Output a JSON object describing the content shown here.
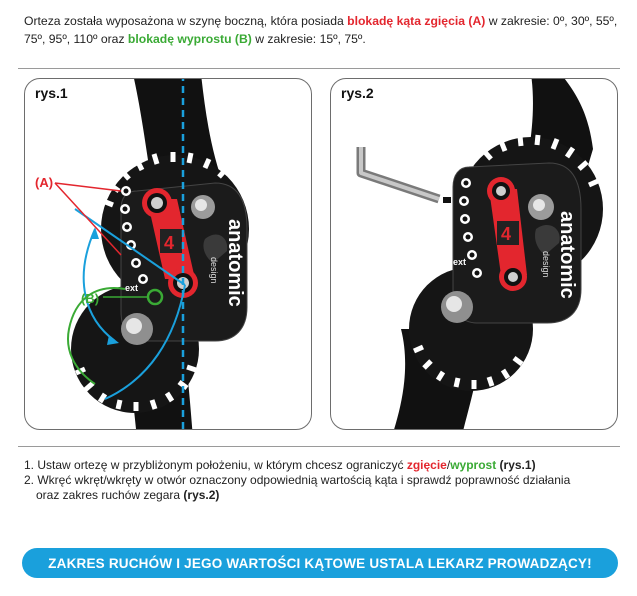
{
  "intro": {
    "part1": "Orteza została wyposażona w szynę boczną, która posiada ",
    "flex_lock": "blokadę kąta zgięcia (A)",
    "part2": " w zakresie: 0º, 30º, 55º, 75º, 95º, 110º oraz ",
    "ext_lock": "blokadę wyprostu (B)",
    "part3": " w zakresie: 15º, 75º."
  },
  "figures": {
    "fig1": {
      "label": "rys.1",
      "callout_a": "(A)",
      "callout_b": "(B)",
      "brand": "anatomic",
      "sub_brand": "design",
      "ext_mark": "ext",
      "number": "4"
    },
    "fig2": {
      "label": "rys.2",
      "brand": "anatomic",
      "sub_brand": "design",
      "ext_mark": "ext",
      "number": "4"
    }
  },
  "instructions": {
    "step1_a": "1. Ustaw ortezę w przybliżonym położeniu, w którym chcesz ograniczyć ",
    "step1_flex": "zgięcie",
    "step1_slash": "/",
    "step1_ext": "wyprost",
    "step1_ref": "(rys.1)",
    "step2_a": "2. Wkręć wkręt/wkręty w otwór oznaczony odpowiednią wartością kąta i sprawdź poprawność działania",
    "step2_b": "oraz zakres ruchów zegara ",
    "step2_ref": "(rys.2)"
  },
  "banner": {
    "text": "ZAKRES RUCHÓW I JEGO WARTOŚCI KĄTOWE USTALA LEKARZ PROWADZĄCY!"
  },
  "colors": {
    "red": "#e3262e",
    "green": "#3aaa35",
    "blue": "#1aa0dc",
    "dark": "#111111"
  },
  "icons": {
    "hex_key": "hex-key-icon",
    "screw": "screw-icon"
  }
}
